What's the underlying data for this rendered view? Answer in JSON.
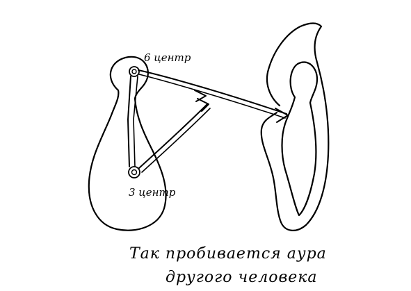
{
  "labels": {
    "center_6": "6 центр",
    "center_3": "3 центр"
  },
  "caption": {
    "line1": "Так пробивается аура",
    "line2": "другого человека"
  },
  "colors": {
    "ink": "#000000",
    "paper": "#ffffff"
  }
}
